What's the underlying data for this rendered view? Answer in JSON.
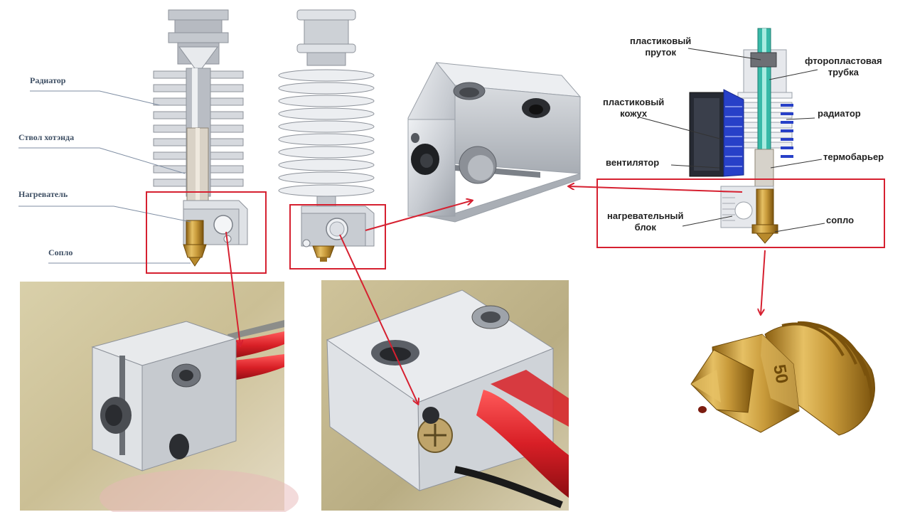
{
  "colors": {
    "annotation_red": "#d62030",
    "aluminium": "#c9ccd1",
    "brass": "#c89a3a",
    "fan_blue": "#2740c8",
    "ptfe_teal": "#38b9a8",
    "wire_red": "#d81f26",
    "photo_bg_warm": "#cfc39a"
  },
  "left_diagram": {
    "labels": {
      "radiator": "Радиатор",
      "barrel": "Ствол хотэнда",
      "heater": "Нагреватель",
      "nozzle": "Сопло"
    }
  },
  "right_diagram": {
    "labels": {
      "filament_line1": "пластиковый",
      "filament_line2": "пруток",
      "ptfe_line1": "фторопластовая",
      "ptfe_line2": "трубка",
      "shroud_line1": "пластиковый",
      "shroud_line2": "кожух",
      "radiator": "радиатор",
      "fan": "вентилятор",
      "heatbreak": "термобарьер",
      "block_line1": "нагревательный",
      "block_line2": "блок",
      "nozzle": "сопло"
    }
  },
  "nozzle_photo": {
    "marking": "50"
  },
  "icons": [
    "arrow-icon"
  ]
}
